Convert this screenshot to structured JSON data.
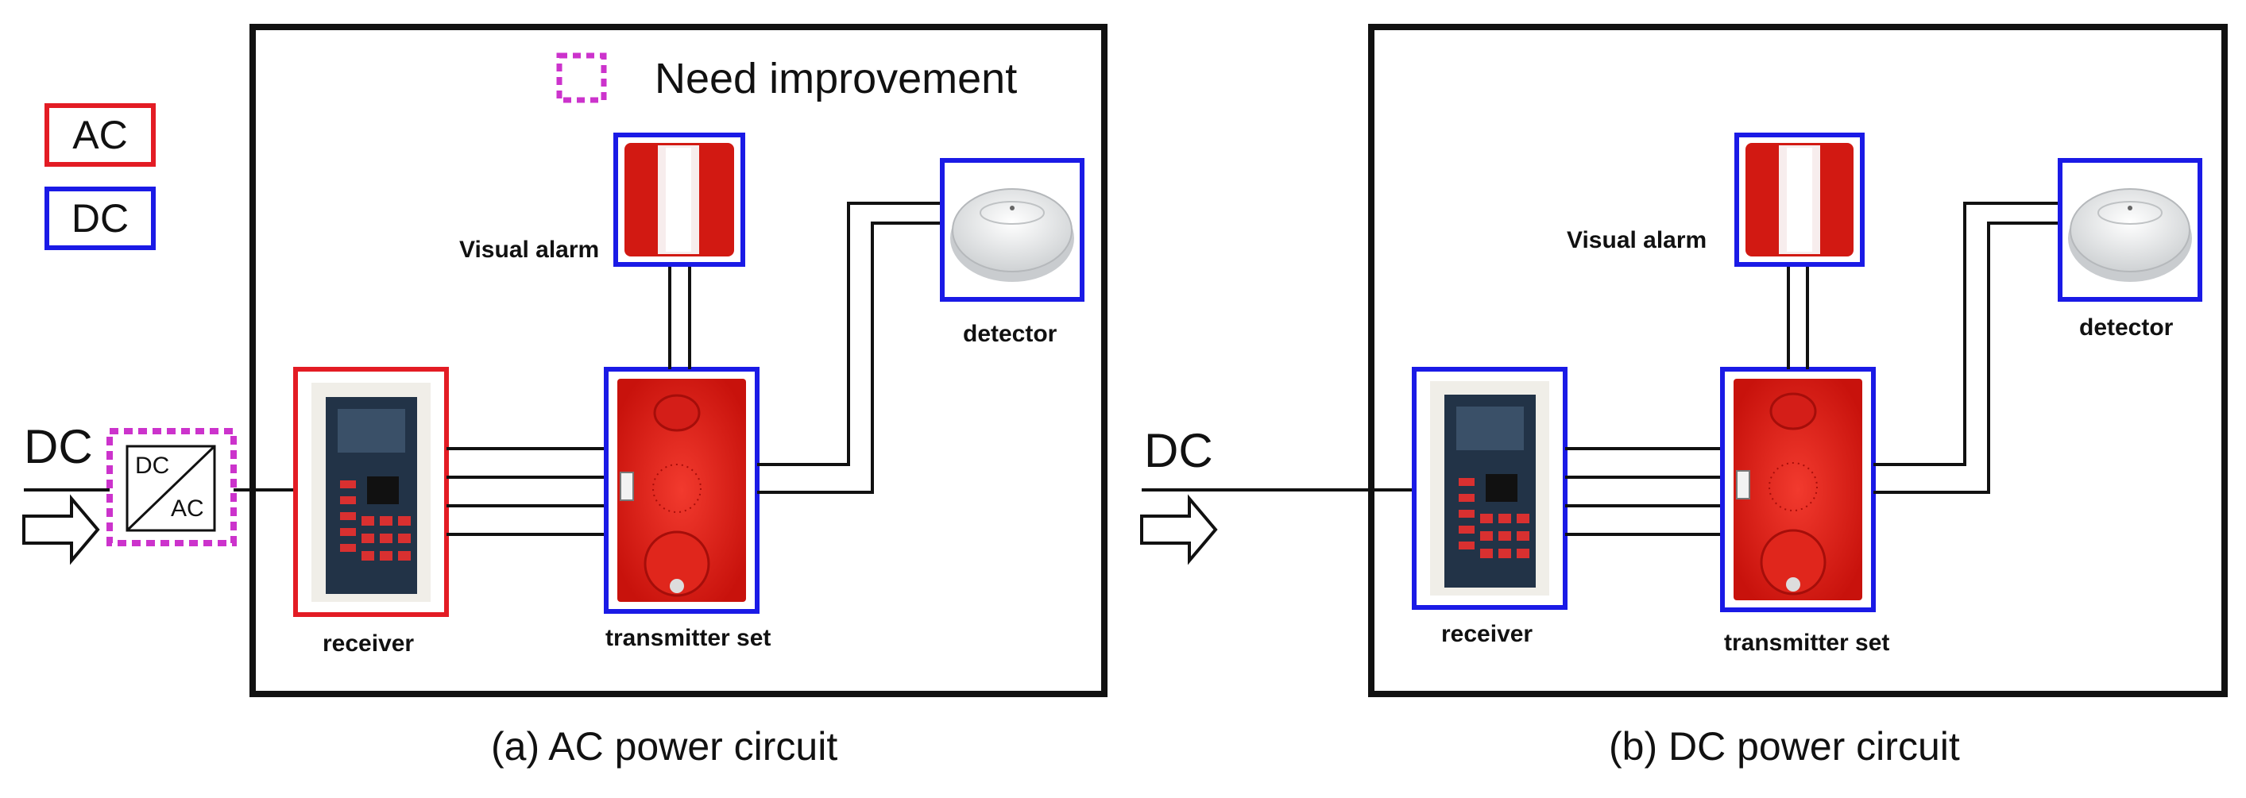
{
  "legend": {
    "ac_label": "AC",
    "dc_label": "DC",
    "improvement_label": "Need improvement",
    "colors": {
      "ac": "#e31c24",
      "dc": "#1a1ae6",
      "improvement": "#cc33cc"
    }
  },
  "panel_a": {
    "input_label": "DC",
    "converter_top": "DC",
    "converter_bottom": "AC",
    "visual_alarm": "Visual alarm",
    "detector": "detector",
    "receiver": "receiver",
    "transmitter_set": "transmitter set",
    "caption": "(a) AC power circuit"
  },
  "panel_b": {
    "input_label": "DC",
    "visual_alarm": "Visual alarm",
    "detector": "detector",
    "receiver": "receiver",
    "transmitter_set": "transmitter set",
    "caption": "(b) DC power circuit"
  }
}
